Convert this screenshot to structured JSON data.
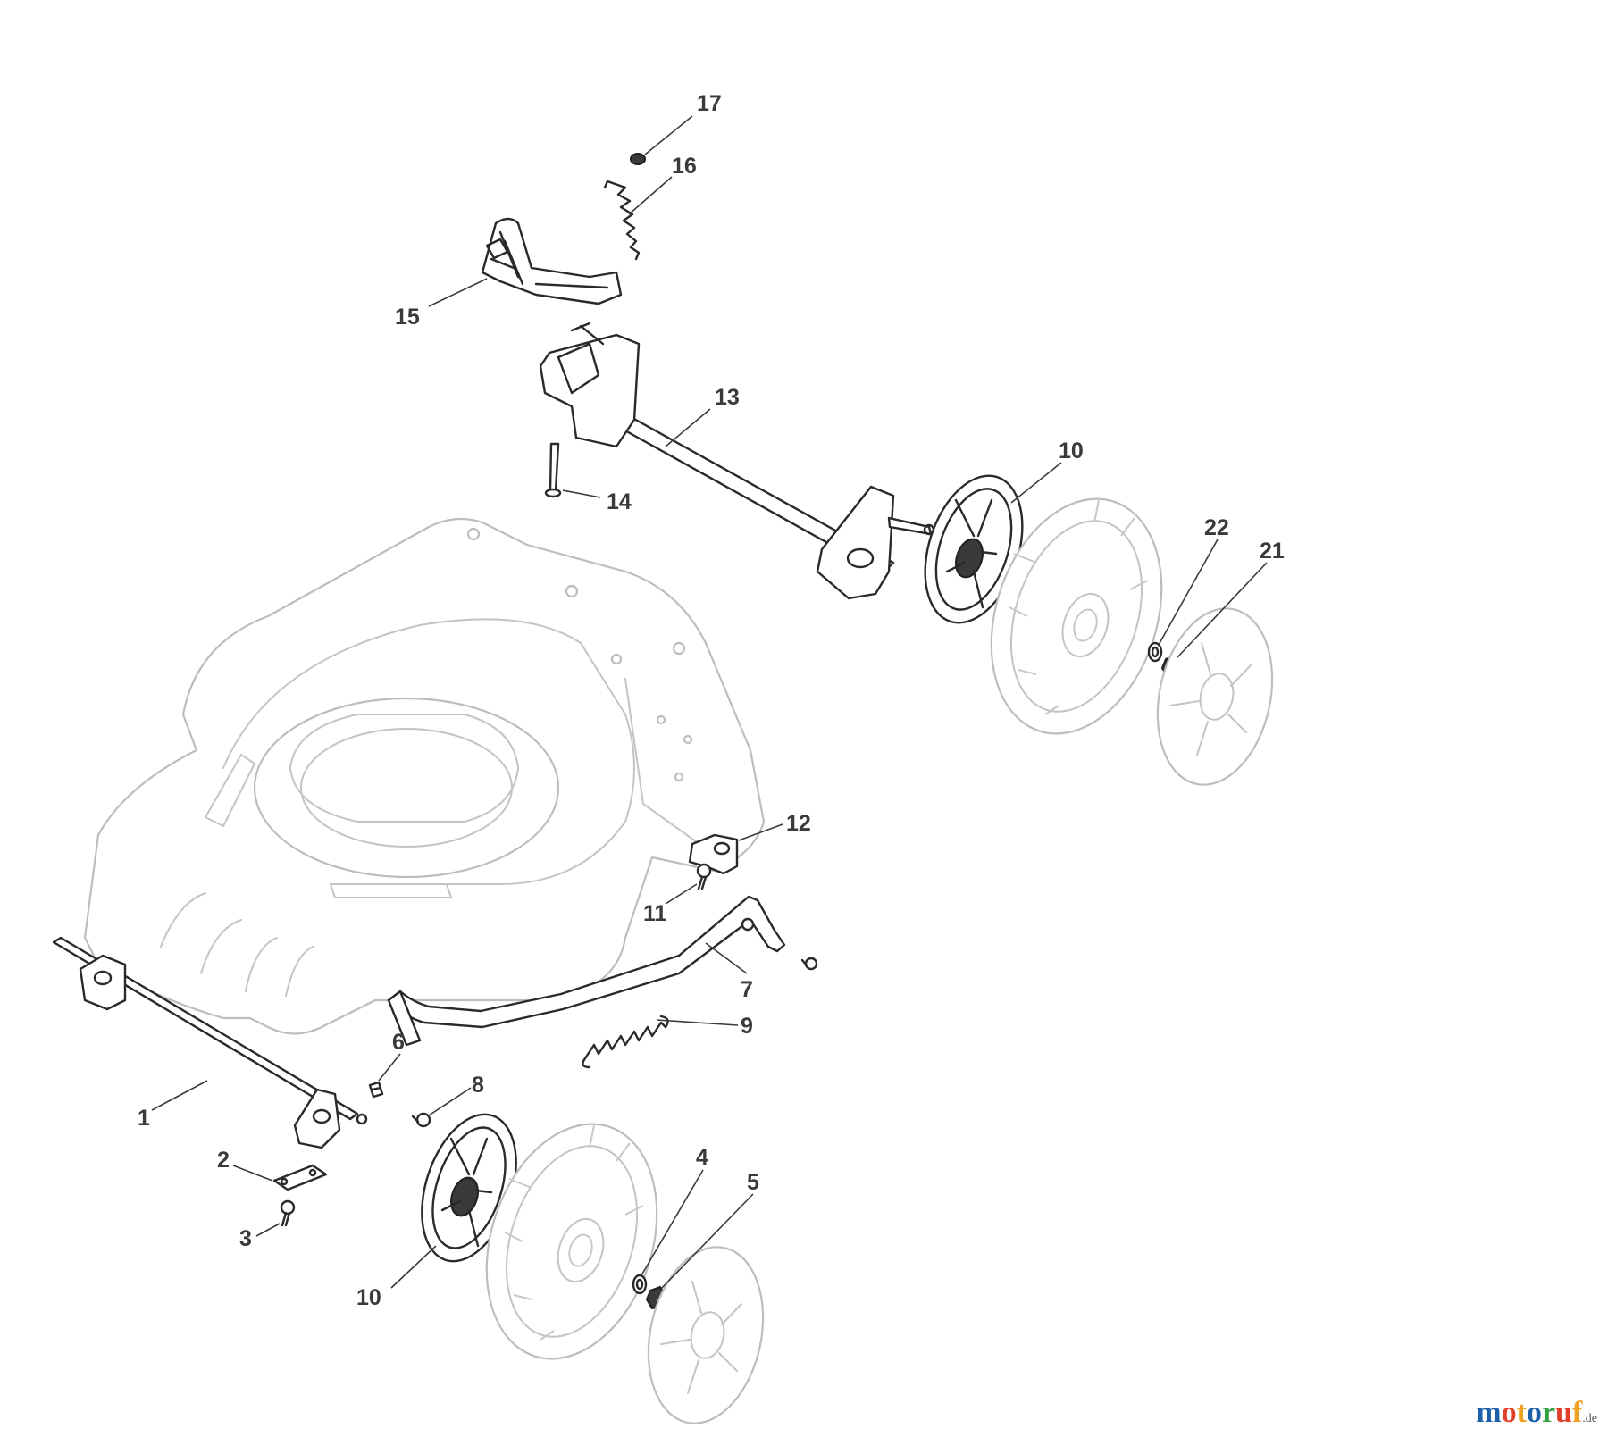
{
  "diagram": {
    "callouts": [
      {
        "id": "c17",
        "label": "17"
      },
      {
        "id": "c16",
        "label": "16"
      },
      {
        "id": "c15",
        "label": "15"
      },
      {
        "id": "c13",
        "label": "13"
      },
      {
        "id": "c14",
        "label": "14"
      },
      {
        "id": "c10a",
        "label": "10"
      },
      {
        "id": "c22",
        "label": "22"
      },
      {
        "id": "c21",
        "label": "21"
      },
      {
        "id": "c12",
        "label": "12"
      },
      {
        "id": "c11",
        "label": "11"
      },
      {
        "id": "c7",
        "label": "7"
      },
      {
        "id": "c9",
        "label": "9"
      },
      {
        "id": "c6",
        "label": "6"
      },
      {
        "id": "c8",
        "label": "8"
      },
      {
        "id": "c1",
        "label": "1"
      },
      {
        "id": "c2",
        "label": "2"
      },
      {
        "id": "c3",
        "label": "3"
      },
      {
        "id": "c4",
        "label": "4"
      },
      {
        "id": "c5",
        "label": "5"
      },
      {
        "id": "c10b",
        "label": "10"
      }
    ]
  },
  "watermark": {
    "letters": [
      "m",
      "o",
      "t",
      "o",
      "r",
      "u",
      "f"
    ],
    "letter_colors": [
      "#1f5fa8",
      "#e0402a",
      "#f0a020",
      "#1f5fa8",
      "#2e9e3e",
      "#e0402a",
      "#f0a020"
    ],
    "suffix": ".de"
  }
}
